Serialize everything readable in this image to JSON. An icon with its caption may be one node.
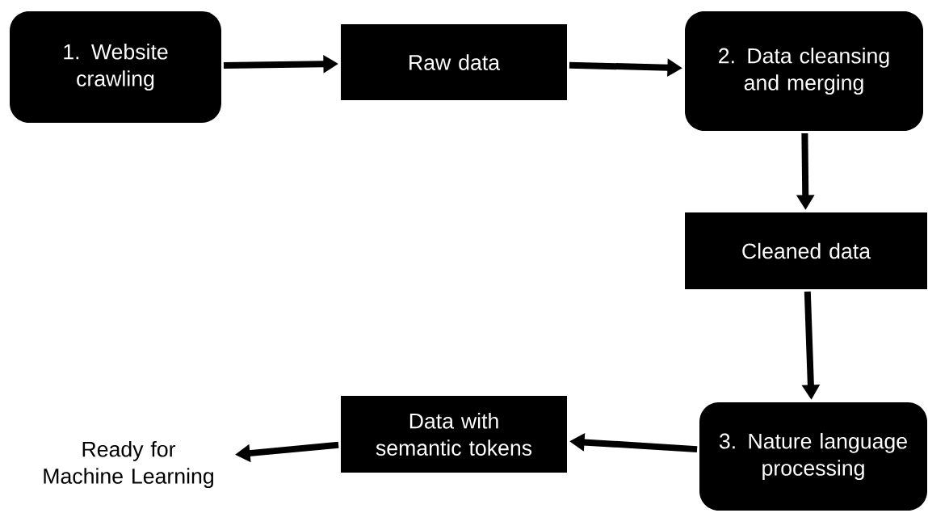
{
  "diagram": {
    "nodes": [
      {
        "text": [
          "1. Website crawling"
        ]
      },
      {
        "text": [
          "Raw data"
        ]
      },
      {
        "text": [
          "2. Data cleansing and merging"
        ]
      },
      {
        "text": [
          "Cleaned data"
        ]
      },
      {
        "text": [
          "3. Nature language processing"
        ]
      },
      {
        "text": [
          "Data with semantic tokens"
        ]
      },
      {
        "text": [
          "Ready for Machine Learning"
        ]
      }
    ],
    "edges": [
      {
        "from": 0,
        "to": 1,
        "arrow": "to"
      },
      {
        "from": 1,
        "to": 2,
        "arrow": "to"
      },
      {
        "from": 2,
        "to": 3,
        "arrow": "to"
      },
      {
        "from": 3,
        "to": 4,
        "arrow": "to"
      },
      {
        "from": 4,
        "to": 5,
        "arrow": "to"
      },
      {
        "from": 5,
        "to": 6,
        "arrow": "to"
      }
    ]
  }
}
